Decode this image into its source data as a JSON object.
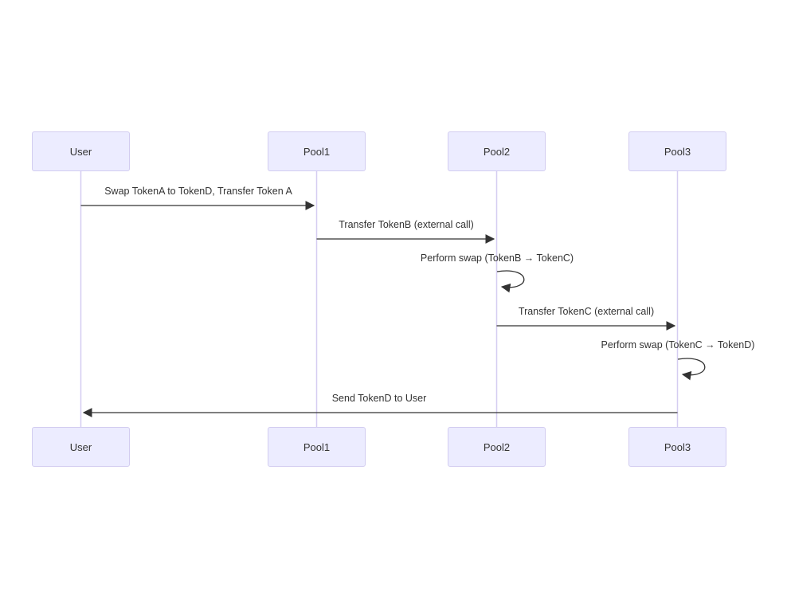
{
  "diagram": {
    "type": "sequence-diagram",
    "actors": [
      {
        "id": "user",
        "label": "User"
      },
      {
        "id": "pool1",
        "label": "Pool1"
      },
      {
        "id": "pool2",
        "label": "Pool2"
      },
      {
        "id": "pool3",
        "label": "Pool3"
      }
    ],
    "messages": [
      {
        "from": "User",
        "to": "Pool1",
        "kind": "solid-arrow",
        "label": "Swap TokenA to TokenD, Transfer Token A"
      },
      {
        "from": "Pool1",
        "to": "Pool2",
        "kind": "solid-arrow",
        "label": "Transfer TokenB (external call)"
      },
      {
        "from": "Pool2",
        "to": "Pool2",
        "kind": "self-loop",
        "label": "Perform swap (TokenB → TokenC)"
      },
      {
        "from": "Pool2",
        "to": "Pool3",
        "kind": "solid-arrow",
        "label": "Transfer TokenC (external call)"
      },
      {
        "from": "Pool3",
        "to": "Pool3",
        "kind": "self-loop",
        "label": "Perform swap (TokenC → TokenD)"
      },
      {
        "from": "Pool3",
        "to": "User",
        "kind": "solid-arrow",
        "label": "Send TokenD to User"
      }
    ],
    "colors": {
      "background": "#ffffff",
      "actor_fill": "#ECECFF",
      "actor_border": "#d2ccf0",
      "lifeline": "#d5cdf1",
      "arrow": "#333333",
      "text": "#333333"
    }
  }
}
